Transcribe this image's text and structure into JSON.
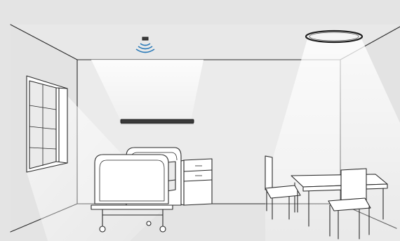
{
  "scene": {
    "colors": {
      "background": "#e4e4e4",
      "wall": "#e6e6e6",
      "back_wall": "#ebebeb",
      "line": "#2a2a2a",
      "light_beam": "#ffffff",
      "fixture_dark": "#3a3a3a"
    },
    "icons": [
      "wireless-sensor-icon",
      "ceiling-ring-light-icon",
      "linear-pendant-light-icon"
    ],
    "objects": [
      "window",
      "hospital-bed",
      "bedside-cabinet",
      "dining-table",
      "chair-left",
      "chair-right"
    ]
  }
}
